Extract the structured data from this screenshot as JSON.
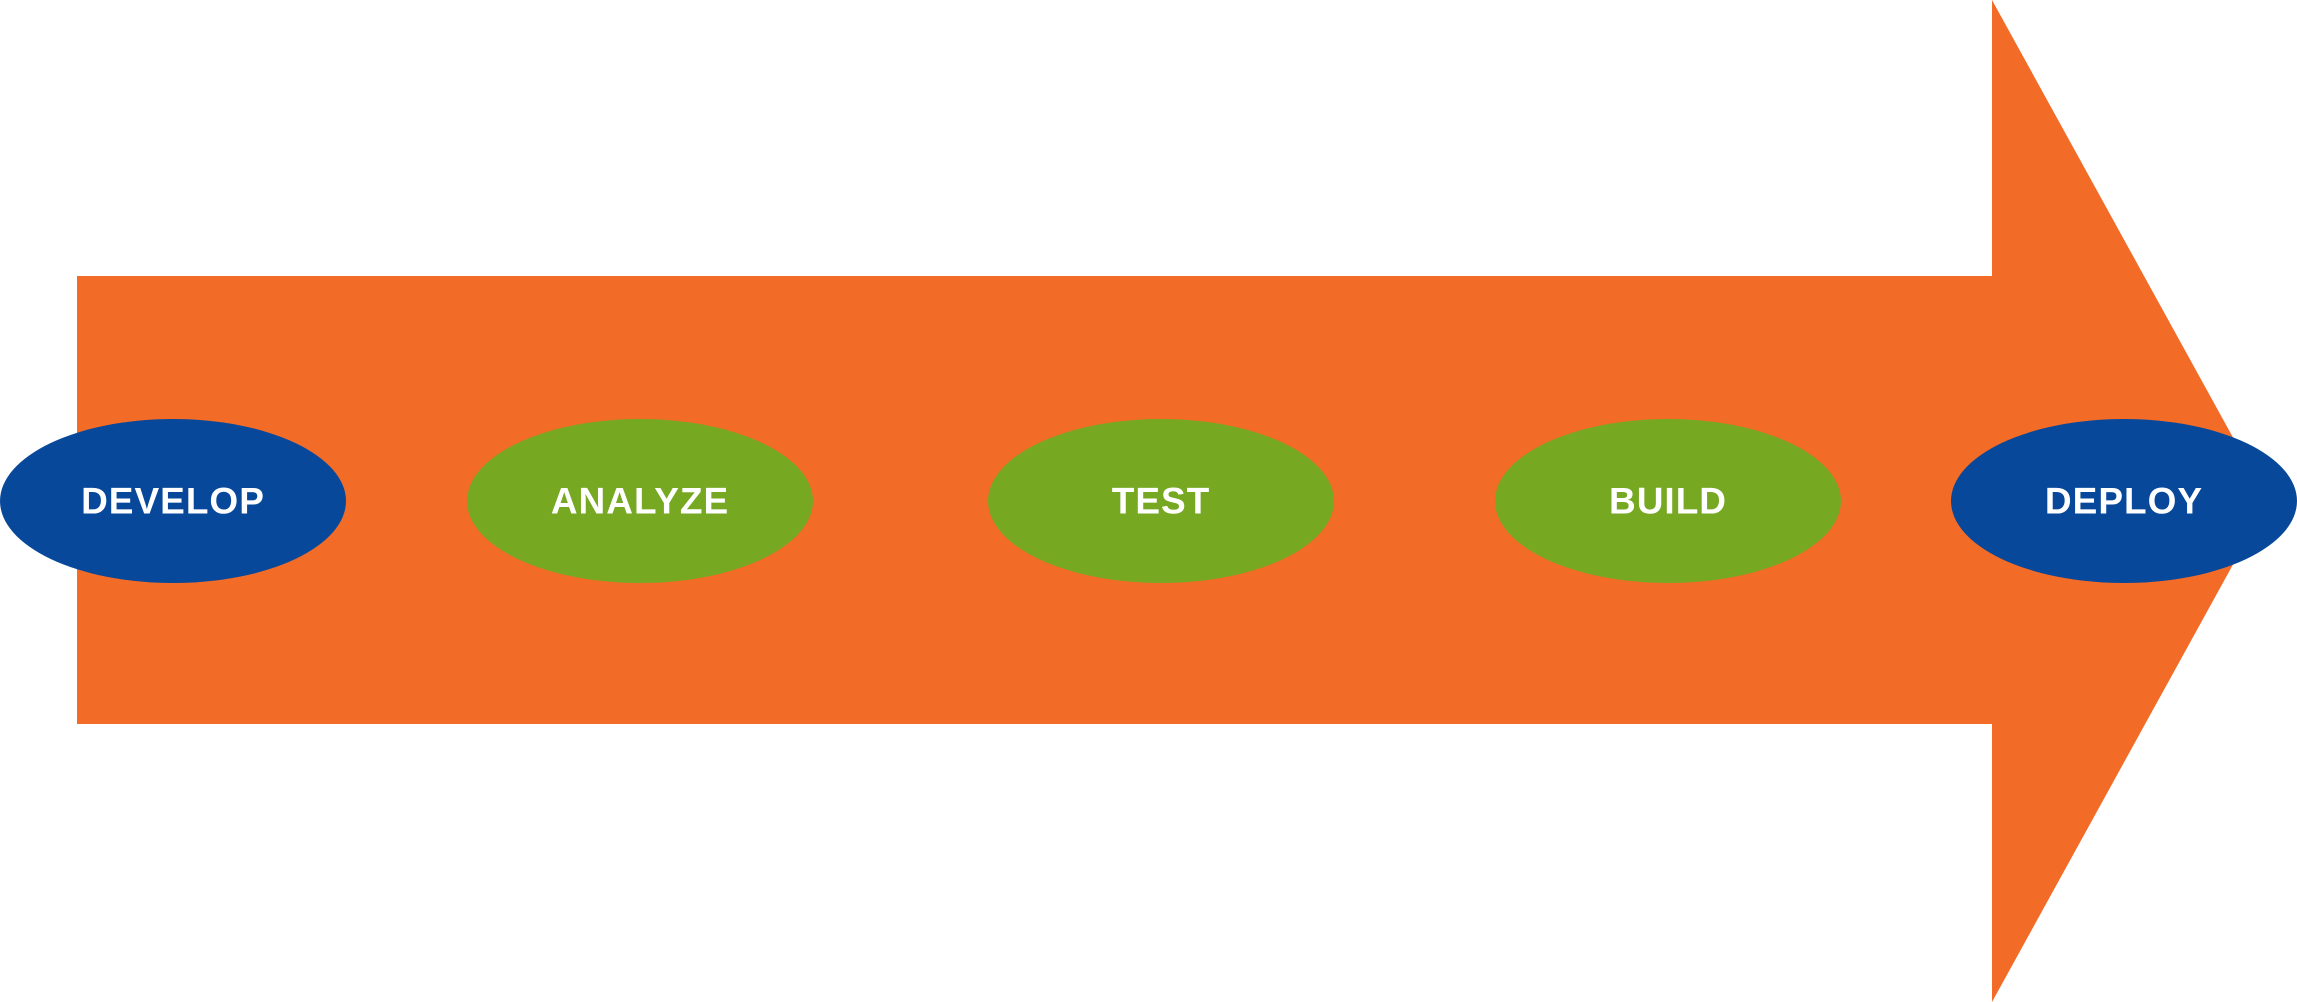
{
  "colors": {
    "arrow": "#F26B27",
    "endpoint_stage": "#07489A",
    "middle_stage": "#76A822",
    "label": "#FFFFFF",
    "background": "#FFFFFF"
  },
  "stages": [
    {
      "label": "DEVELOP",
      "kind": "endpoint"
    },
    {
      "label": "ANALYZE",
      "kind": "middle"
    },
    {
      "label": "TEST",
      "kind": "middle"
    },
    {
      "label": "BUILD",
      "kind": "middle"
    },
    {
      "label": "DEPLOY",
      "kind": "endpoint"
    }
  ]
}
